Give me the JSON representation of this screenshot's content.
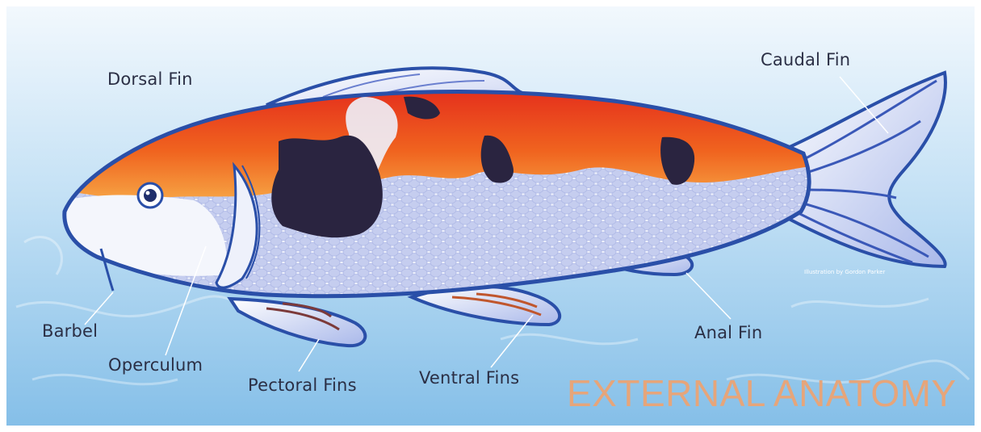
{
  "title": "EXTERNAL ANATOMY",
  "credit": "Illustration by Gordon Parker",
  "labels": {
    "dorsal_fin": "Dorsal Fin",
    "caudal_fin": "Caudal Fin",
    "barbel": "Barbel",
    "operculum": "Operculum",
    "pectoral_fins": "Pectoral Fins",
    "ventral_fins": "Ventral Fins",
    "anal_fin": "Anal Fin"
  },
  "colors": {
    "water": "#9fcdec",
    "body_outline": "#2a4fa8",
    "red_patch": "#e1361f",
    "orange_patch": "#f08a2a",
    "black_patch": "#2a2440",
    "scale_belly": "#dfe4f6",
    "title": "#e6a57a"
  }
}
